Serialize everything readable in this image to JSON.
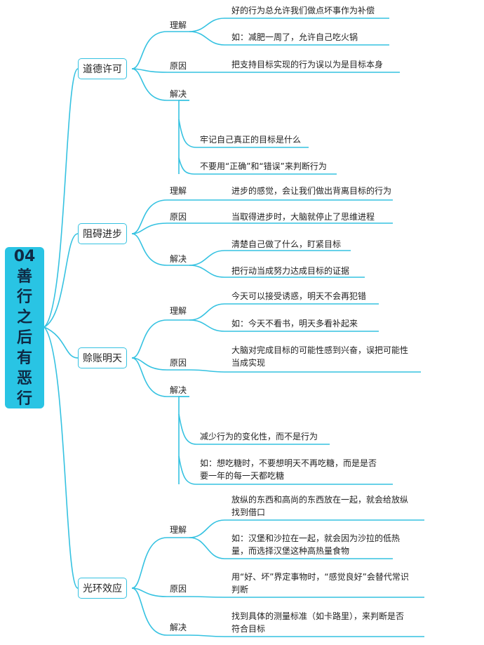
{
  "root": {
    "title_lines": [
      "04",
      "善",
      "行",
      "之",
      "后",
      "有",
      "恶",
      "行"
    ]
  },
  "topics": [
    {
      "name": "道德许可",
      "categories": [
        {
          "label": "理解",
          "items": [
            [
              "好的行为总允许我们做点坏事作为补偿"
            ],
            [
              "如：减肥一周了，允许自己吃火锅"
            ]
          ]
        },
        {
          "label": "原因",
          "items": [
            [
              "把支持目标实现的行为误以为是目标本身"
            ]
          ]
        },
        {
          "label": "解决",
          "items": [
            [
              "牢记自己真正的目标是什么"
            ],
            [
              "不要用“正确”和“错误”来判断行为"
            ]
          ]
        }
      ]
    },
    {
      "name": "阻碍进步",
      "categories": [
        {
          "label": "理解",
          "items": [
            [
              "进步的感觉，会让我们做出背离目标的行为"
            ]
          ]
        },
        {
          "label": "原因",
          "items": [
            [
              "当取得进步时，大脑就停止了思维进程"
            ]
          ]
        },
        {
          "label": "解决",
          "items": [
            [
              "清楚自己做了什么，盯紧目标"
            ],
            [
              "把行动当成努力达成目标的证据"
            ]
          ]
        }
      ]
    },
    {
      "name": "赊账明天",
      "categories": [
        {
          "label": "理解",
          "items": [
            [
              "今天可以接受诱惑，明天不会再犯错"
            ],
            [
              "如：今天不看书，明天多看补起来"
            ]
          ]
        },
        {
          "label": "原因",
          "items": [
            [
              "大脑对完成目标的可能性感到兴奋，误把可能性",
              "当成实现"
            ]
          ]
        },
        {
          "label": "解决",
          "items": [
            [
              "减少行为的变化性，而不是行为"
            ],
            [
              "如：想吃糖时，不要想明天不再吃糖，而是是否",
              "要一年的每一天都吃糖"
            ]
          ]
        }
      ]
    },
    {
      "name": "光环效应",
      "categories": [
        {
          "label": "理解",
          "items": [
            [
              "放纵的东西和高尚的东西放在一起，就会给放纵",
              "找到借口"
            ],
            [
              "如：汉堡和沙拉在一起，就会因为沙拉的低热",
              "量，而选择汉堡这种高热量食物"
            ]
          ]
        },
        {
          "label": "原因",
          "items": [
            [
              "用“好、坏”界定事物时，“感觉良好”会替代常识",
              "判断"
            ]
          ]
        },
        {
          "label": "解决",
          "items": [
            [
              "找到具体的测量标准（如卡路里），来判断是否",
              "符合目标"
            ]
          ]
        }
      ]
    }
  ]
}
